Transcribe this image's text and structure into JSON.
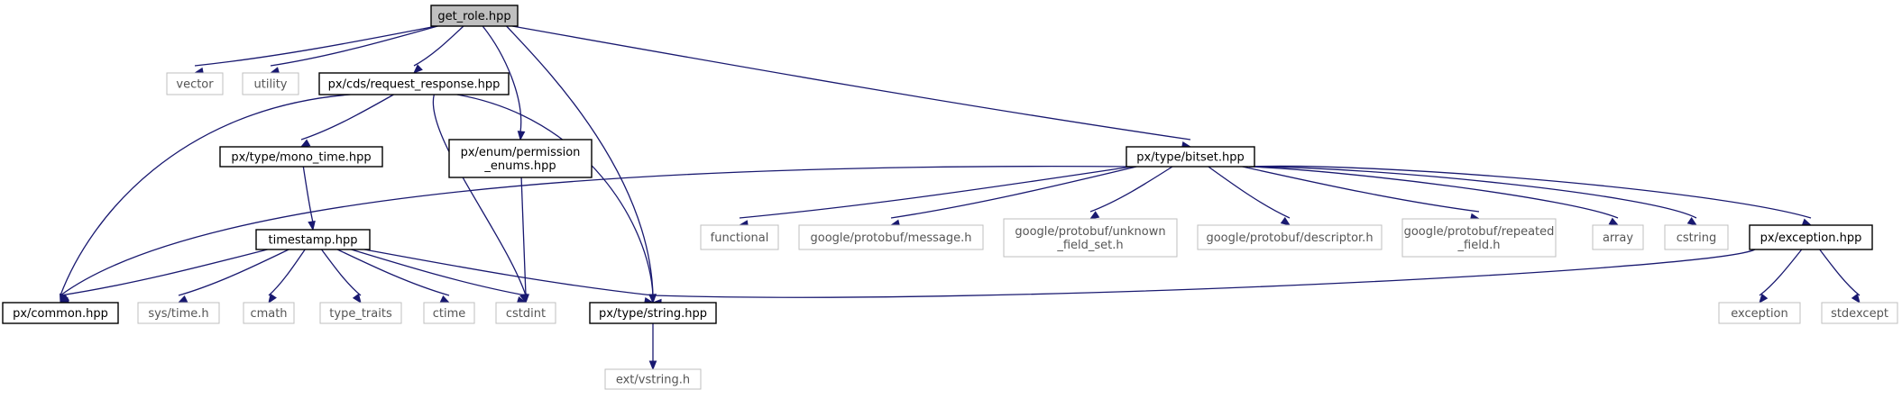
{
  "diagram": {
    "nodes": [
      {
        "id": "get_role",
        "label": "get_role.hpp",
        "kind": "root"
      },
      {
        "id": "vector",
        "label": "vector",
        "kind": "external"
      },
      {
        "id": "utility",
        "label": "utility",
        "kind": "external"
      },
      {
        "id": "request_response",
        "label": "px/cds/request_response.hpp",
        "kind": "documented"
      },
      {
        "id": "permission_enums",
        "label": "px/enum/permission\n_enums.hpp",
        "kind": "documented"
      },
      {
        "id": "bitset",
        "label": "px/type/bitset.hpp",
        "kind": "documented"
      },
      {
        "id": "mono_time",
        "label": "px/type/mono_time.hpp",
        "kind": "documented"
      },
      {
        "id": "timestamp",
        "label": "timestamp.hpp",
        "kind": "documented"
      },
      {
        "id": "common",
        "label": "px/common.hpp",
        "kind": "documented"
      },
      {
        "id": "sys_time",
        "label": "sys/time.h",
        "kind": "external"
      },
      {
        "id": "cmath",
        "label": "cmath",
        "kind": "external"
      },
      {
        "id": "type_traits",
        "label": "type_traits",
        "kind": "external"
      },
      {
        "id": "ctime",
        "label": "ctime",
        "kind": "external"
      },
      {
        "id": "cstdint",
        "label": "cstdint",
        "kind": "external"
      },
      {
        "id": "string",
        "label": "px/type/string.hpp",
        "kind": "documented"
      },
      {
        "id": "vstring",
        "label": "ext/vstring.h",
        "kind": "external"
      },
      {
        "id": "functional",
        "label": "functional",
        "kind": "external"
      },
      {
        "id": "pb_message",
        "label": "google/protobuf/message.h",
        "kind": "external"
      },
      {
        "id": "pb_unknown",
        "label": "google/protobuf/unknown\n_field_set.h",
        "kind": "external"
      },
      {
        "id": "pb_descriptor",
        "label": "google/protobuf/descriptor.h",
        "kind": "external"
      },
      {
        "id": "pb_repeated",
        "label": "google/protobuf/repeated\n_field.h",
        "kind": "external"
      },
      {
        "id": "array",
        "label": "array",
        "kind": "external"
      },
      {
        "id": "cstring",
        "label": "cstring",
        "kind": "external"
      },
      {
        "id": "exception_hpp",
        "label": "px/exception.hpp",
        "kind": "documented"
      },
      {
        "id": "exception",
        "label": "exception",
        "kind": "external"
      },
      {
        "id": "stdexcept",
        "label": "stdexcept",
        "kind": "external"
      }
    ],
    "edges": [
      [
        "get_role",
        "vector"
      ],
      [
        "get_role",
        "utility"
      ],
      [
        "get_role",
        "request_response"
      ],
      [
        "get_role",
        "permission_enums"
      ],
      [
        "get_role",
        "string"
      ],
      [
        "get_role",
        "bitset"
      ],
      [
        "request_response",
        "common"
      ],
      [
        "request_response",
        "mono_time"
      ],
      [
        "request_response",
        "cstdint"
      ],
      [
        "request_response",
        "string"
      ],
      [
        "permission_enums",
        "cstdint"
      ],
      [
        "mono_time",
        "timestamp"
      ],
      [
        "timestamp",
        "common"
      ],
      [
        "timestamp",
        "sys_time"
      ],
      [
        "timestamp",
        "cmath"
      ],
      [
        "timestamp",
        "type_traits"
      ],
      [
        "timestamp",
        "ctime"
      ],
      [
        "timestamp",
        "cstdint"
      ],
      [
        "timestamp",
        "string"
      ],
      [
        "string",
        "vstring"
      ],
      [
        "bitset",
        "common"
      ],
      [
        "bitset",
        "functional"
      ],
      [
        "bitset",
        "pb_message"
      ],
      [
        "bitset",
        "pb_unknown"
      ],
      [
        "bitset",
        "pb_descriptor"
      ],
      [
        "bitset",
        "pb_repeated"
      ],
      [
        "bitset",
        "array"
      ],
      [
        "bitset",
        "cstring"
      ],
      [
        "bitset",
        "exception_hpp"
      ],
      [
        "exception_hpp",
        "string"
      ],
      [
        "exception_hpp",
        "exception"
      ],
      [
        "exception_hpp",
        "stdexcept"
      ]
    ]
  }
}
